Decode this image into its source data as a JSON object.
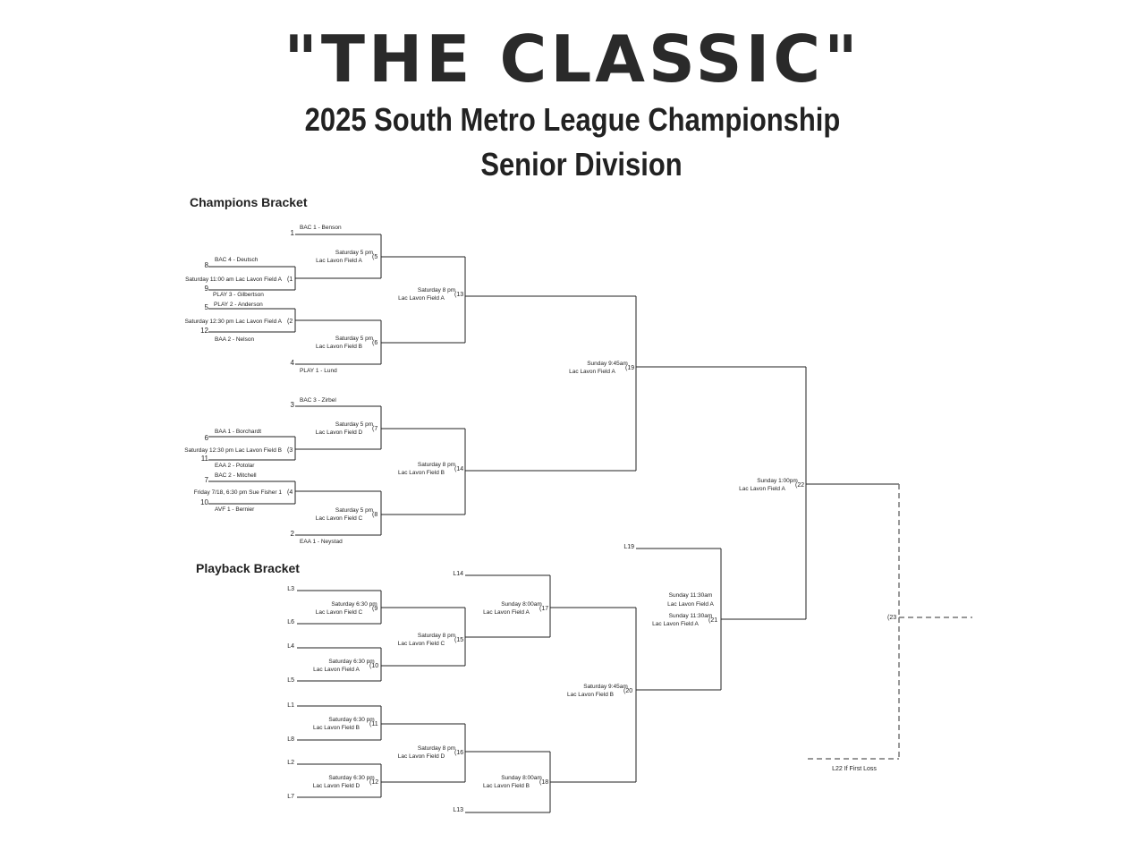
{
  "header": {
    "title": "\"THE CLASSIC\"",
    "subtitle_line1": "2025 South Metro League Championship",
    "subtitle_line2": "Senior Division"
  },
  "sections": {
    "champions": "Champions Bracket",
    "playback": "Playback Bracket"
  },
  "seeds": [
    {
      "seed": "1",
      "team": "BAC 1 - Benson"
    },
    {
      "seed": "8",
      "team": "BAC 4 - Deutsch"
    },
    {
      "seed": "9",
      "team": "PLAY 3 - Gilbertson"
    },
    {
      "seed": "5",
      "team": "PLAY 2 - Anderson"
    },
    {
      "seed": "12",
      "team": "BAA 2 - Nelson"
    },
    {
      "seed": "4",
      "team": "PLAY 1 - Lund"
    },
    {
      "seed": "3",
      "team": "BAC 3 - Zirbel"
    },
    {
      "seed": "6",
      "team": "BAA 1 - Borchardt"
    },
    {
      "seed": "11",
      "team": "EAA 2 - Potolar"
    },
    {
      "seed": "7",
      "team": "BAC 2 - Mitchell"
    },
    {
      "seed": "10",
      "team": "AVF 1 - Bernier"
    },
    {
      "seed": "2",
      "team": "EAA 1 - Neystad"
    }
  ],
  "games": [
    {
      "id": "g1",
      "num": "(1",
      "line1": "Saturday 11:00 am  Lac Lavon Field A",
      "line2": ""
    },
    {
      "id": "g2",
      "num": "(2",
      "line1": "Saturday 12:30 pm  Lac Lavon Field A",
      "line2": ""
    },
    {
      "id": "g3",
      "num": "(3",
      "line1": "Saturday 12:30 pm  Lac Lavon Field B",
      "line2": ""
    },
    {
      "id": "g4",
      "num": "(4",
      "line1": "Friday 7/18, 6:30 pm    Sue Fisher 1",
      "line2": ""
    },
    {
      "id": "g5",
      "num": "(5",
      "line1": "Saturday 5 pm",
      "line2": "Lac Lavon Field A"
    },
    {
      "id": "g6",
      "num": "(6",
      "line1": "Saturday 5 pm",
      "line2": "Lac Lavon Field B"
    },
    {
      "id": "g7",
      "num": "(7",
      "line1": "Saturday 5 pm",
      "line2": "Lac Lavon Field D"
    },
    {
      "id": "g8",
      "num": "(8",
      "line1": "Saturday 5 pm",
      "line2": "Lac Lavon Field C"
    },
    {
      "id": "g9",
      "num": "(9",
      "line1": "Saturday 6:30 pm",
      "line2": "Lac Lavon Field C"
    },
    {
      "id": "g10",
      "num": "(10",
      "line1": "Saturday 6:30 pm",
      "line2": "Lac Lavon Field A"
    },
    {
      "id": "g11",
      "num": "(11",
      "line1": "Saturday 6:30 pm",
      "line2": "Lac Lavon Field B"
    },
    {
      "id": "g12",
      "num": "(12",
      "line1": "Saturday 6:30 pm",
      "line2": "Lac Lavon Field D"
    },
    {
      "id": "g13",
      "num": "(13",
      "line1": "Saturday 8 pm",
      "line2": "Lac Lavon Field A"
    },
    {
      "id": "g14",
      "num": "(14",
      "line1": "Saturday 8 pm",
      "line2": "Lac Lavon Field B"
    },
    {
      "id": "g15",
      "num": "(15",
      "line1": "Saturday 8 pm",
      "line2": "Lac Lavon Field C"
    },
    {
      "id": "g16",
      "num": "(16",
      "line1": "Saturday 8 pm",
      "line2": "Lac Lavon Field D"
    },
    {
      "id": "g17",
      "num": "(17",
      "line1": "Sunday 8:00am",
      "line2": "Lac Lavon Field A"
    },
    {
      "id": "g18",
      "num": "(18",
      "line1": "Sunday 8:00am",
      "line2": "Lac Lavon Field B"
    },
    {
      "id": "g19",
      "num": "(19",
      "line1": "Sunday 9:45am",
      "line2": "Lac Lavon Field A"
    },
    {
      "id": "g20",
      "num": "(20",
      "line1": "Saturday 9:45am",
      "line2": "Lac Lavon Field B"
    },
    {
      "id": "g21",
      "num": "(21",
      "line1": "Sunday 11:30am",
      "line2": "Lac Lavon Field A"
    },
    {
      "id": "g22",
      "num": "(22",
      "line1": "Sunday 1:00pm",
      "line2": "Lac Lavon Field A"
    },
    {
      "id": "g23",
      "num": "(23",
      "line1": "",
      "line2": ""
    }
  ],
  "losers": [
    "L3",
    "L6",
    "L4",
    "L5",
    "L1",
    "L8",
    "L2",
    "L7",
    "L14",
    "L13",
    "L19"
  ],
  "if_loss_note": "L22 If First Loss",
  "colors": {
    "line": "#222222",
    "dashed": "#777777"
  }
}
